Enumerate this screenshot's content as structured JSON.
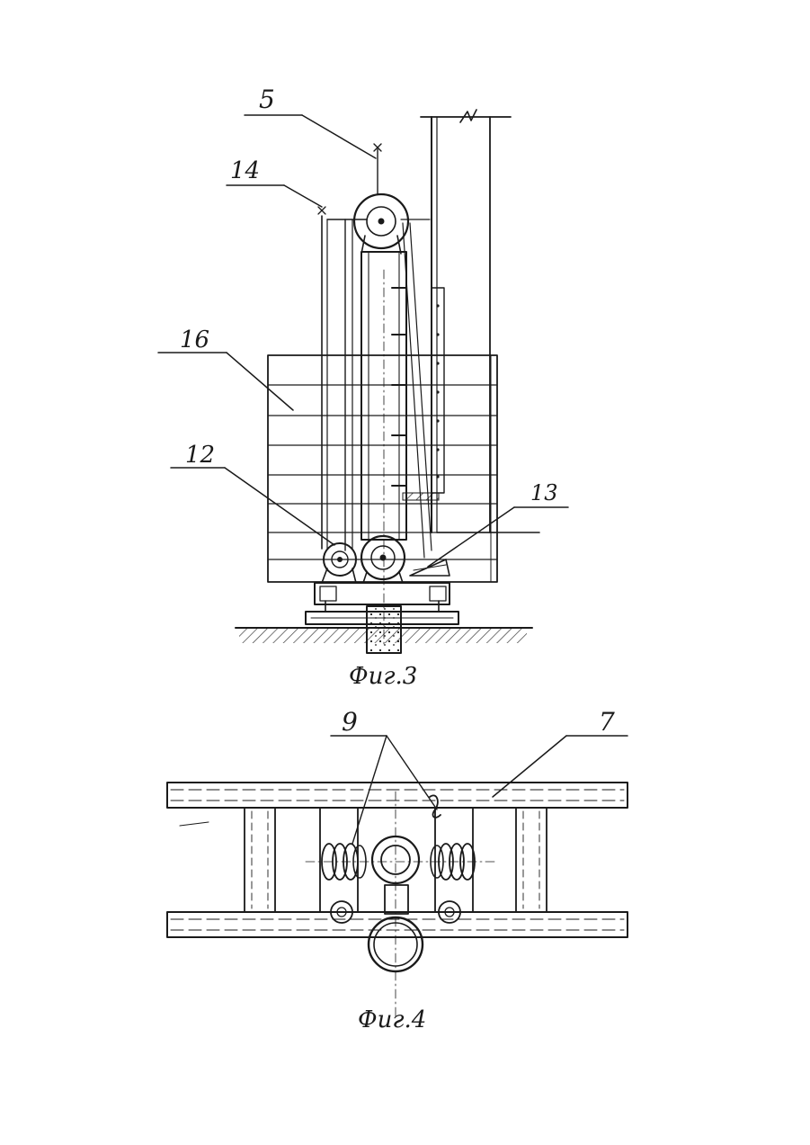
{
  "figure3": {
    "caption": "Фиг.3",
    "labels": {
      "l5": "5",
      "l14": "14",
      "l16": "16",
      "l12": "12",
      "l13": "13"
    }
  },
  "figure4": {
    "caption": "Фиг.4",
    "labels": {
      "l9": "9",
      "l7": "7"
    }
  },
  "colors": {
    "ink": "#1a1a1a",
    "paper": "#ffffff"
  }
}
